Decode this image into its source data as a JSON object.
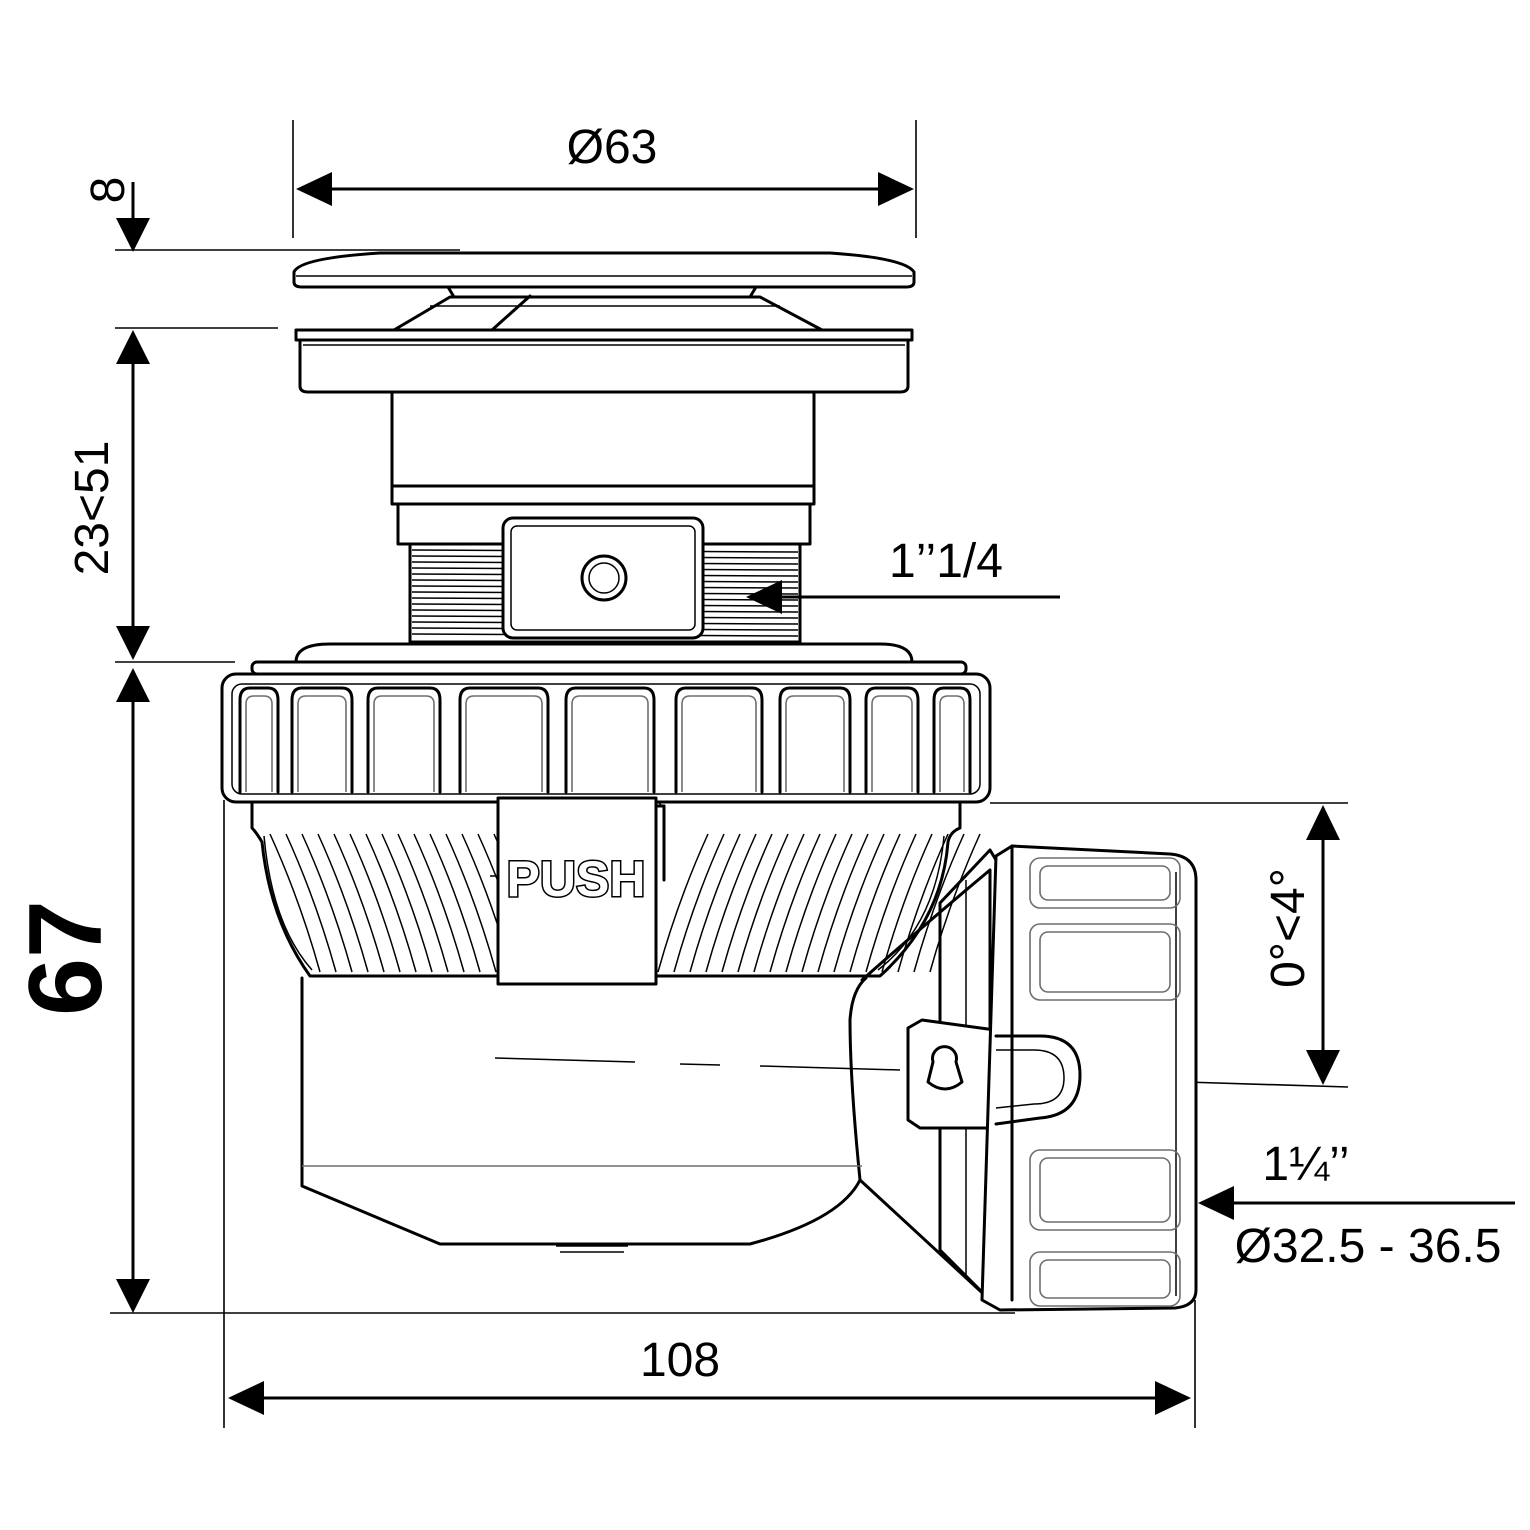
{
  "dimensions": {
    "top_diameter": "Ø63",
    "cap_height": "8",
    "adjust_range": "23<51",
    "thread_size": "1’’1/4",
    "total_height": "67",
    "tilt_range": "0°<4°",
    "outlet_thread": "1¼’’",
    "outlet_diameter": "Ø32.5 - 36.5",
    "total_width": "108"
  },
  "body_marking": "PUSH",
  "colors": {
    "ink": "#000000",
    "hidden_detail": "#6e6e6e",
    "background": "#ffffff"
  }
}
